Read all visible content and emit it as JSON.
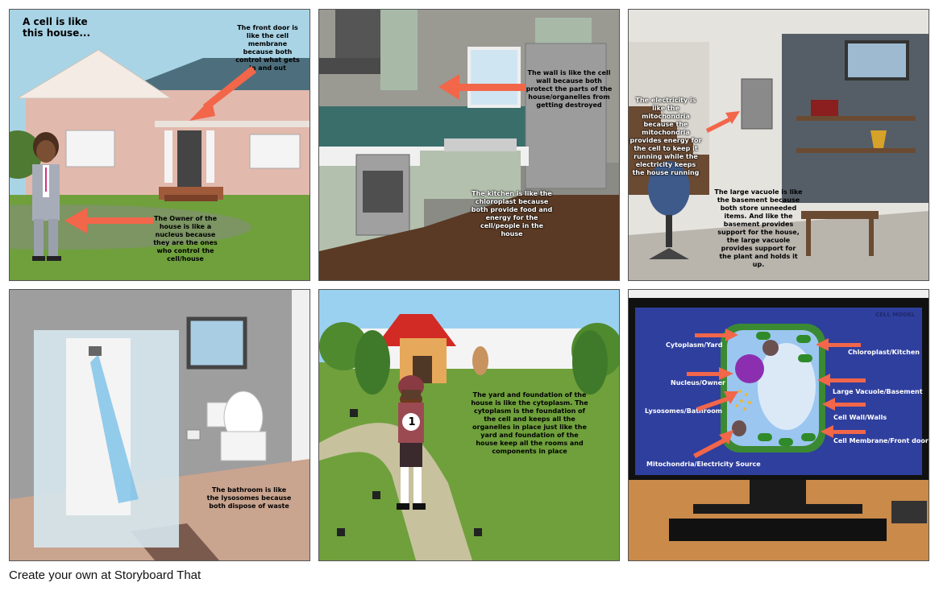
{
  "panel1": {
    "title": "A cell is like this house...",
    "front_door": "The front door is like the cell membrane because both control what gets in and out",
    "owner": "The Owner of the house is like a nucleus because they are the ones who control the cell/house"
  },
  "panel2": {
    "wall": "The wall is like the cell wall because both protect the parts of the house/organelles from getting destroyed",
    "kitchen": "The kitchen is like the chloroplast because both provide food and energy for the cell/people in the house"
  },
  "panel3": {
    "electricity": "The electricity is like the mitochondria because the mitochondria provides energy for the cell to keep it running while the electricity keeps the house running",
    "vacuole": "The large vacuole is like the basement because both store unneeded items. And like the basement provides support for the house, the large vacuole provides support for the plant and holds it up."
  },
  "panel4": {
    "bathroom": "The bathroom is like the lysosomes because both dispose of waste"
  },
  "panel5": {
    "jersey_number": "1",
    "yard": "The yard and foundation of the house is like the cytoplasm. The cytoplasm is the foundation of the cell and keeps all the organelles in place just like the yard and foundation of the house keep all the rooms and components in place"
  },
  "panel6": {
    "header": "CELL MODEL",
    "labels": {
      "cytoplasm": "Cytoplasm/Yard",
      "nucleus": "Nucleus/Owner",
      "lysosomes": "Lysosomes/Bathroom",
      "mitochondria": "Mitochondria/Electricity Source",
      "chloroplast": "Chloroplast/Kitchen",
      "vacuole": "Large Vacuole/Basement",
      "cell_wall": "Cell Wall/Walls",
      "membrane": "Cell Membrane/Front door"
    }
  },
  "footer": "Create your own at Storyboard That",
  "colors": {
    "arrow": "#f2664a",
    "sky": "#a9d4e6",
    "grass": "#6fa03c",
    "monitor_blue": "#2f3f9e"
  }
}
